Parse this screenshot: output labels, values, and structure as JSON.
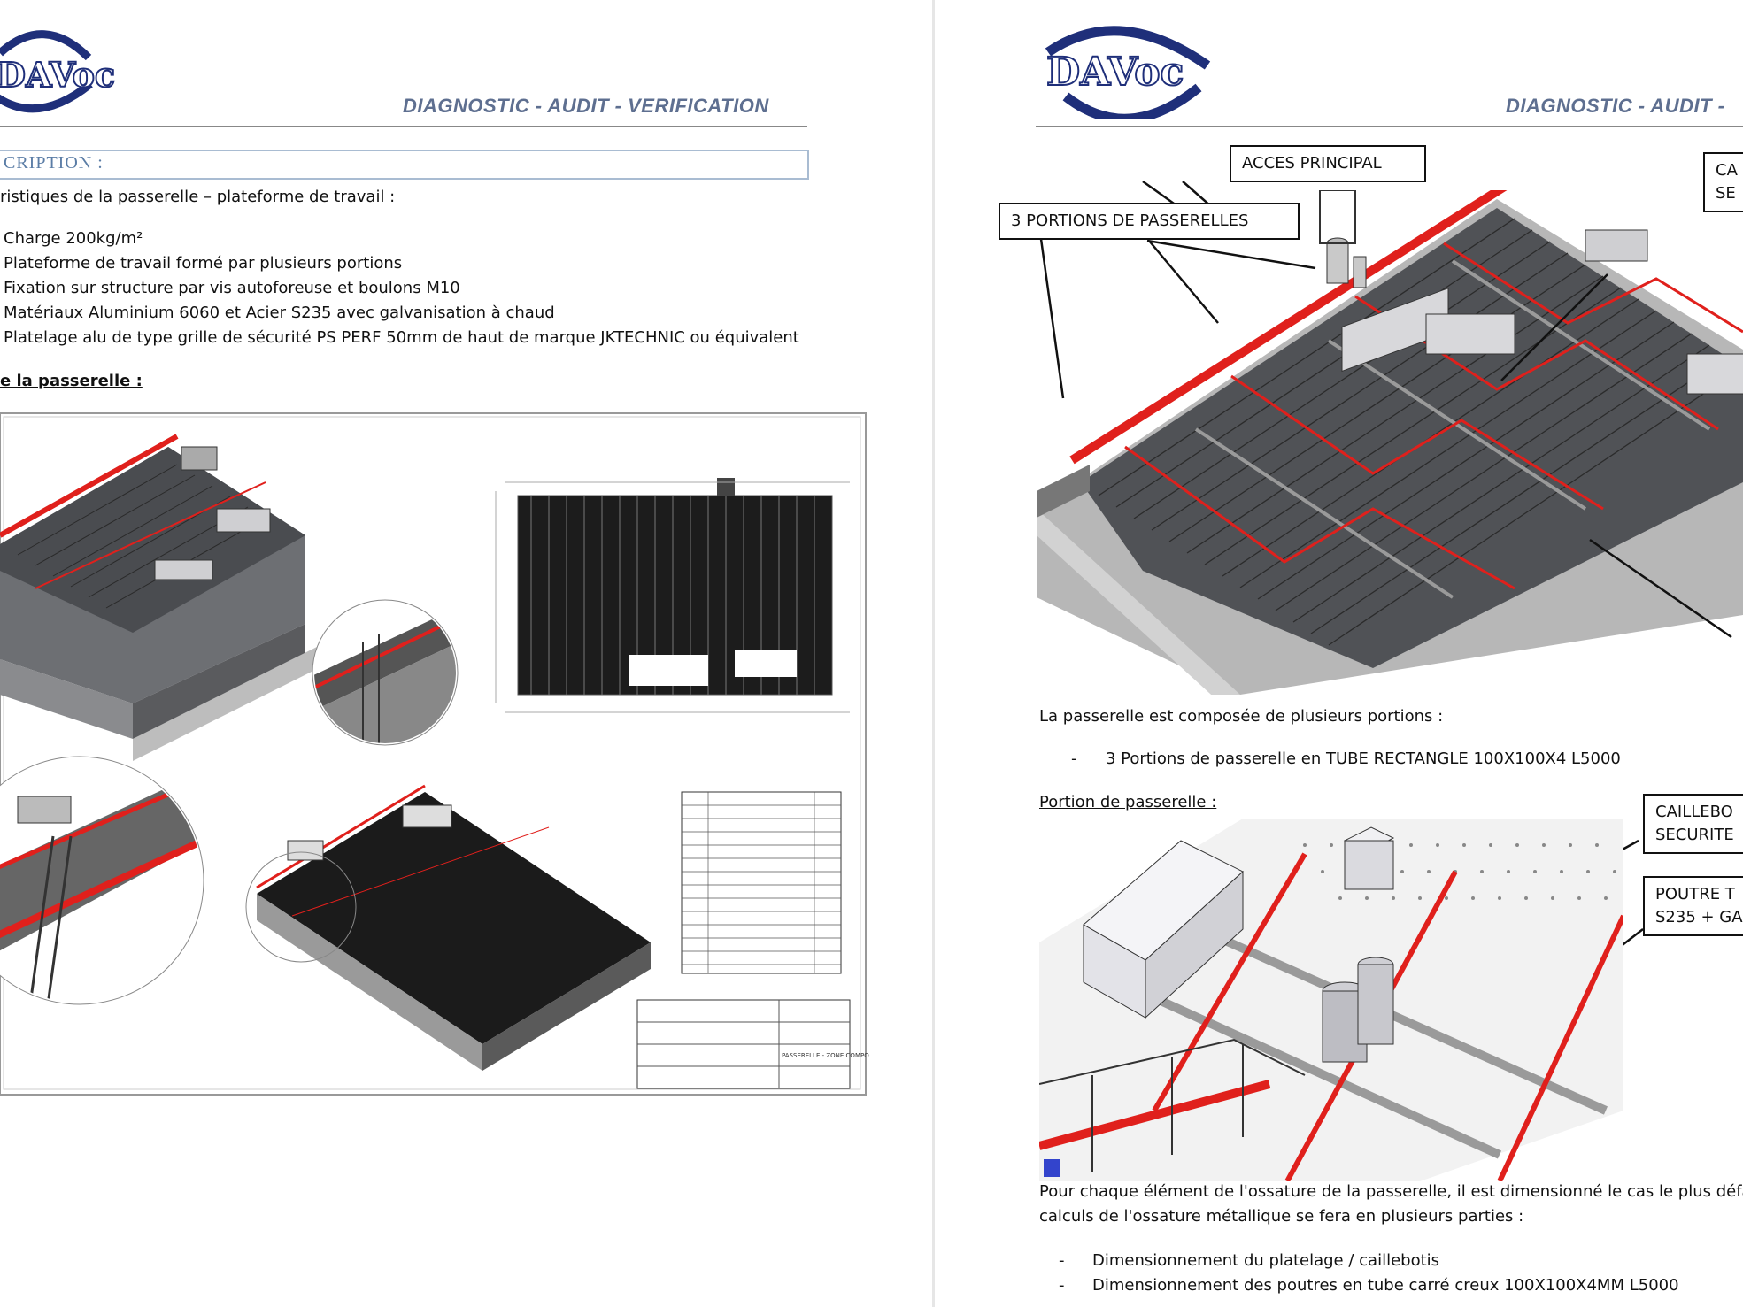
{
  "left_page": {
    "logo_text": "DAVoc",
    "header_title": "DIAGNOSTIC - AUDIT - VERIFICATION",
    "section_title": "CRIPTION :",
    "intro": "ristiques de la passerelle – plateforme de travail :",
    "bullets": [
      "Charge 200kg/m²",
      "Plateforme de travail formé par plusieurs portions",
      "Fixation sur structure par vis autoforeuse et boulons M10",
      "Matériaux Aluminium 6060 et Acier S235 avec galvanisation à chaud",
      "Platelage alu de type grille de sécurité PS PERF 50mm de haut de marque JKTECHNIC ou équivalent"
    ],
    "subheading": "e la passerelle :",
    "drawing": {
      "title_block": "PASSERELLE - ZONE COMPOSTE - PARTIE C"
    }
  },
  "right_page": {
    "logo_text": "DAVoc",
    "header_title": "DIAGNOSTIC - AUDIT -",
    "callouts": {
      "acces": "ACCES PRINCIPAL",
      "portions": "3 PORTIONS DE PASSERELLES",
      "ca_line1": "CA",
      "ca_line2": "SE",
      "caillebotis_line1": "CAILLEBO",
      "caillebotis_line2": "SECURITE",
      "poutre_line1": "POUTRE T",
      "poutre_line2": "S235 + GA"
    },
    "para1": "La passerelle est composée de plusieurs portions :",
    "bullet1_dash": "-",
    "bullet1": "3 Portions de passerelle en TUBE RECTANGLE 100X100X4 L5000",
    "subheading": "Portion de passerelle :",
    "para2_line1": "Pour chaque élément de l'ossature de la passerelle, il est dimensionné le cas le plus défavora",
    "para2_line2": "calculs de l'ossature métallique se fera en plusieurs parties :",
    "bullets2": [
      "Dimensionnement du platelage / caillebotis",
      "Dimensionnement des poutres en tube carré creux 100X100X4MM L5000"
    ]
  },
  "colors": {
    "header": "#5e6f90",
    "section_border": "#a9bcd2",
    "accent_red": "#e0201c",
    "logo_blue": "#1f2f7a"
  }
}
